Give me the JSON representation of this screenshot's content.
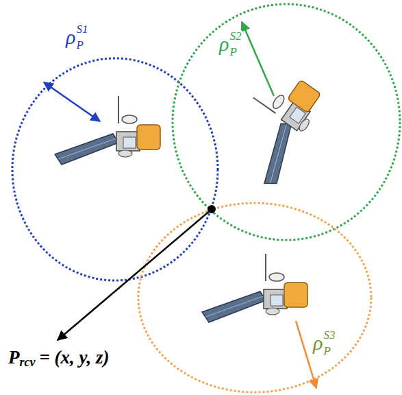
{
  "diagram": {
    "labels": [
      "ρ",
      "P",
      "S1",
      "ρ",
      "P",
      "S2",
      "ρ",
      "P",
      "S3",
      "P",
      "rcv",
      "= (x, y, z)"
    ]
  }
}
